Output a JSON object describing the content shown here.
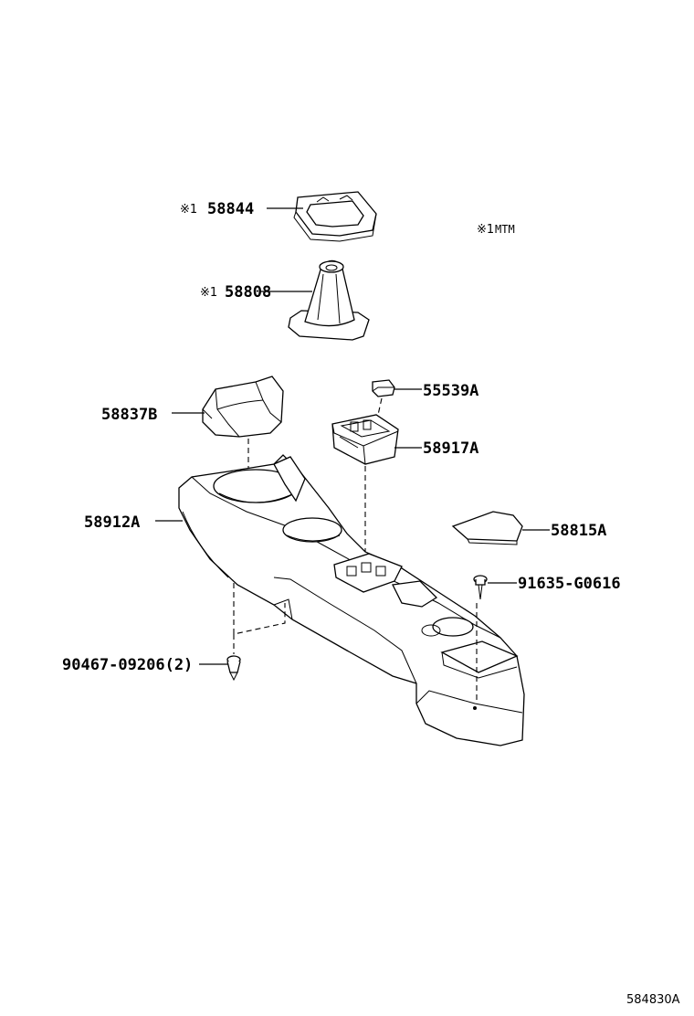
{
  "note": {
    "mark": "※1",
    "text": "MTM"
  },
  "parts": {
    "shift_bezel": {
      "mark": "※1",
      "number": "58844"
    },
    "shift_boot": {
      "mark": "※1",
      "number": "58808"
    },
    "cup_holder_insert": {
      "number": "58837B"
    },
    "console_box": {
      "number": "58912A"
    },
    "console_cap": {
      "number": "55539A"
    },
    "console_panel": {
      "number": "58917A"
    },
    "console_mat": {
      "number": "58815A"
    },
    "screw": {
      "number": "91635-G0616"
    },
    "clip": {
      "number": "90467-09206(2)"
    }
  },
  "doc_id": "584830A"
}
